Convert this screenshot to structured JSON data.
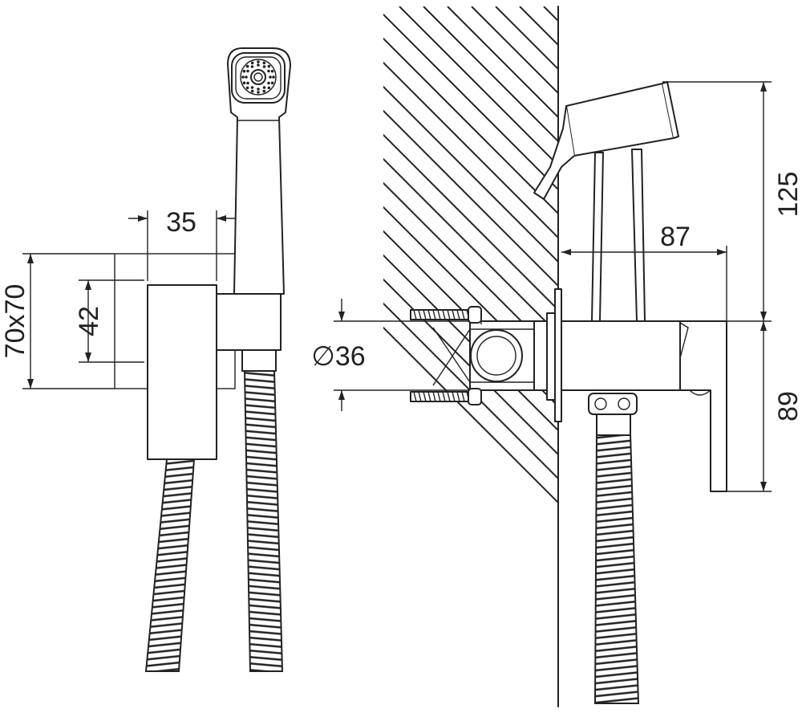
{
  "dimensions": {
    "width_35": "35",
    "height_42": "42",
    "plate_70x70": "70x70",
    "diameter_36": "∅36",
    "depth_87": "87",
    "height_125": "125",
    "height_89": "89"
  }
}
